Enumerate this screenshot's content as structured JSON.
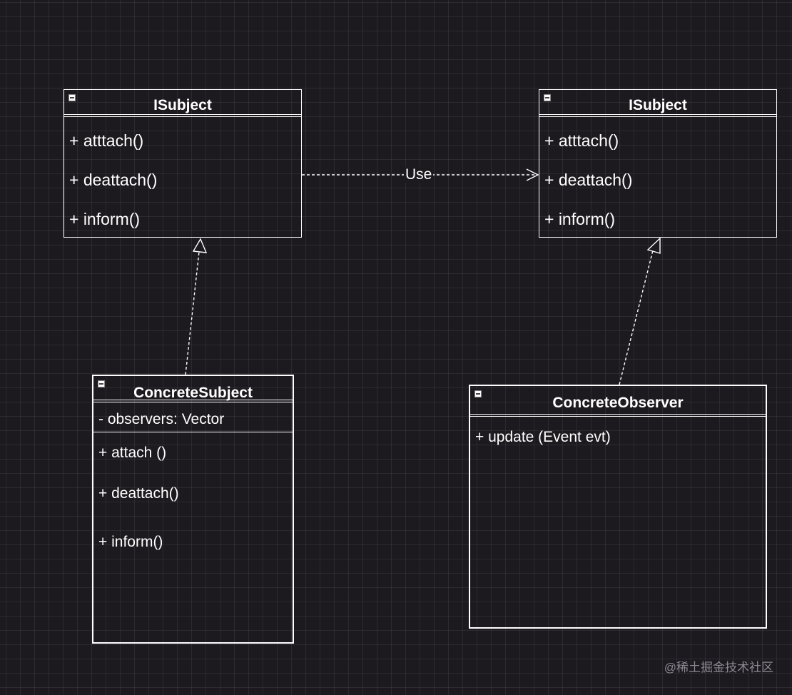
{
  "diagram": {
    "classes": {
      "subject_interface": {
        "name": "ISubject",
        "attributes": [],
        "methods": [
          "+ atttach()",
          "+ deattach()",
          "+ inform()"
        ]
      },
      "observer_interface": {
        "name": "ISubject",
        "attributes": [],
        "methods": [
          "+ atttach()",
          "+ deattach()",
          "+ inform()"
        ]
      },
      "concrete_subject": {
        "name": "ConcreteSubject",
        "attributes": [
          "- observers: Vector"
        ],
        "methods": [
          "+ attach ()",
          "+ deattach()",
          "+ inform()"
        ]
      },
      "concrete_observer": {
        "name": "ConcreteObserver",
        "attributes": [],
        "methods": [
          "+ update (Event evt)"
        ]
      }
    },
    "relations": [
      {
        "from": "subject_interface",
        "to": "observer_interface",
        "kind": "dependency",
        "label": "Use"
      },
      {
        "from": "concrete_subject",
        "to": "subject_interface",
        "kind": "realization",
        "label": ""
      },
      {
        "from": "concrete_observer",
        "to": "observer_interface",
        "kind": "realization",
        "label": ""
      }
    ],
    "colors": {
      "background": "#1c191f",
      "stroke": "#ffffff",
      "watermark": "#8a8890"
    }
  },
  "watermark": "@稀土掘金技术社区"
}
